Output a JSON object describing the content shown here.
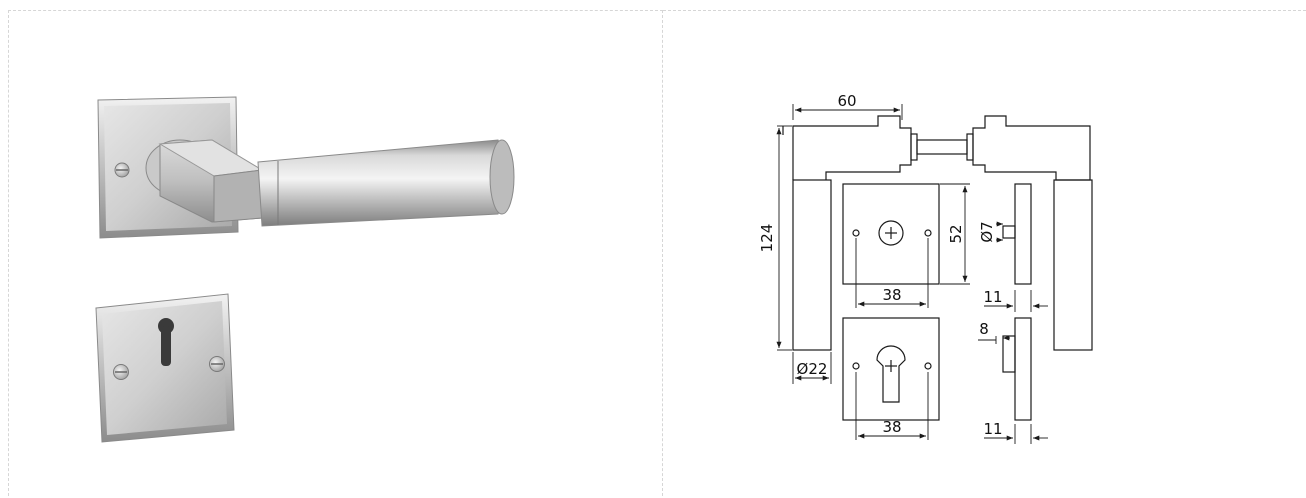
{
  "dimensions": {
    "length": "60",
    "height": "124",
    "rose_height": "52",
    "spindle_diameter": "Ø7",
    "rose_width_top": "38",
    "rose_width_bottom": "38",
    "rose_thickness_top": "11",
    "rose_thickness_bottom": "11",
    "escutcheon_offset": "8",
    "grip_diameter": "Ø22"
  }
}
